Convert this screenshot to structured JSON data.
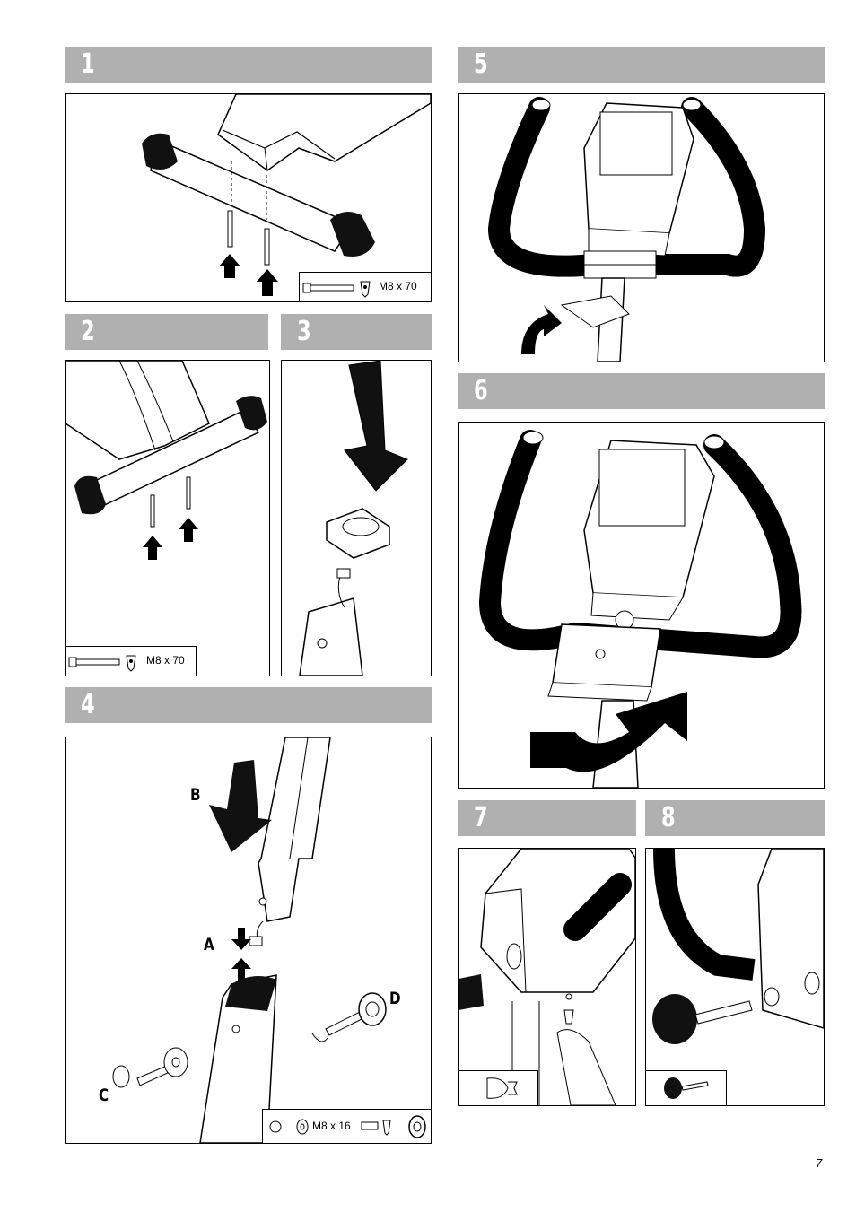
{
  "steps": {
    "s1": {
      "num": "1",
      "hardware": "M8 x 70"
    },
    "s2": {
      "num": "2",
      "hardware": "M8 x 70"
    },
    "s3": {
      "num": "3"
    },
    "s4": {
      "num": "4",
      "hardware": "M8 x 16",
      "callouts": {
        "a": "A",
        "b": "B",
        "c": "C",
        "d": "D"
      }
    },
    "s5": {
      "num": "5"
    },
    "s6": {
      "num": "6"
    },
    "s7": {
      "num": "7"
    },
    "s8": {
      "num": "8"
    }
  },
  "page": {
    "number": "7"
  },
  "colors": {
    "bar": "#b0b0b0",
    "line": "#000000",
    "background": "#ffffff"
  }
}
